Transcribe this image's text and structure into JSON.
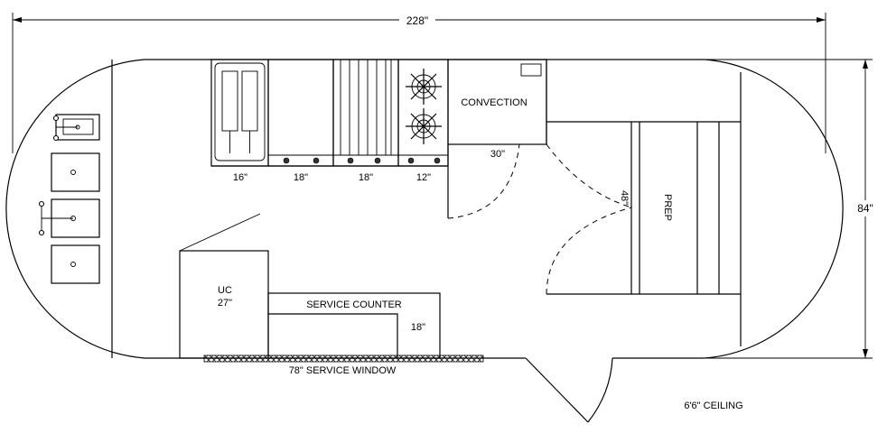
{
  "dimensions": {
    "overall_length": "228\"",
    "overall_width": "84\"",
    "ceiling": "6'6\" CEILING"
  },
  "equipment": {
    "fryer_width": "16\"",
    "griddle_width": "18\"",
    "charbroiler_width": "18\"",
    "burner_width": "12\"",
    "convection_label": "CONVECTION",
    "convection_width": "30\"",
    "prep_label": "PREP",
    "prep_width": "48\"",
    "uc_label": "UC",
    "uc_width": "27\"",
    "service_counter_label": "SERVICE COUNTER",
    "service_counter_depth": "18\"",
    "service_window_label": "78\" SERVICE WINDOW"
  }
}
